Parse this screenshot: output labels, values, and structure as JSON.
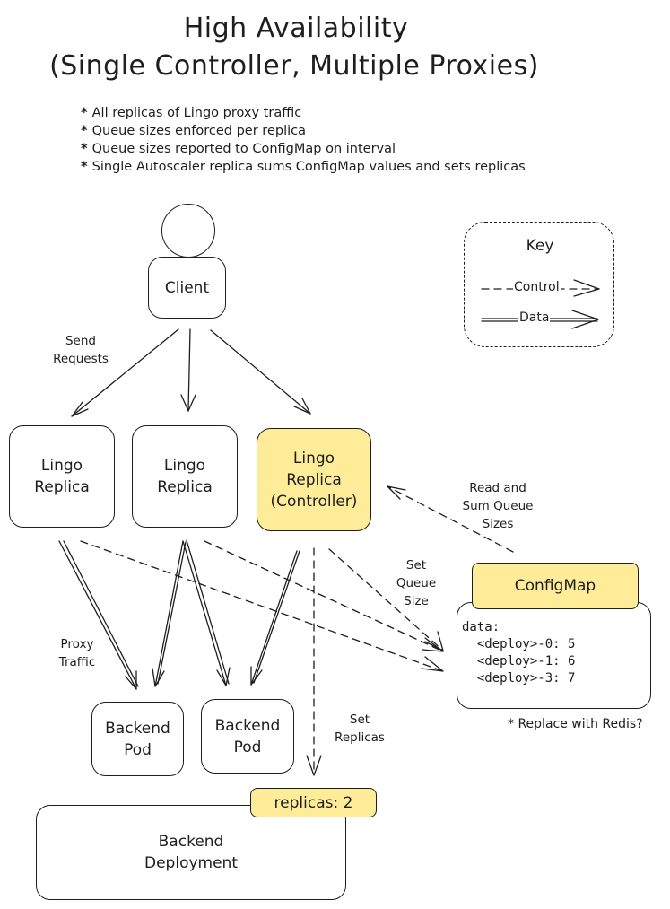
{
  "title": {
    "line1": "High Availability",
    "line2": "(Single Controller, Multiple Proxies)"
  },
  "bullets": [
    "All replicas of Lingo proxy traffic",
    "Queue sizes enforced per replica",
    "Queue sizes reported to ConfigMap on interval",
    "Single Autoscaler replica sums ConfigMap values and sets replicas"
  ],
  "key": {
    "title": "Key",
    "control": "Control",
    "data": "Data"
  },
  "nodes": {
    "client": "Client",
    "replica1": "Lingo\nReplica",
    "replica2": "Lingo\nReplica",
    "replica3": "Lingo\nReplica\n(Controller)",
    "configmap_title": "ConfigMap",
    "backend_pod1": "Backend\nPod",
    "backend_pod2": "Backend\nPod",
    "replicas_badge": "replicas: 2",
    "backend_deployment": "Backend\nDeployment"
  },
  "configmap": {
    "lines": "data:\n  <deploy>-0: 5\n  <deploy>-1: 6\n  <deploy>-3: 7",
    "note": "* Replace with Redis?"
  },
  "edge_labels": {
    "send_requests": "Send\nRequests",
    "read_and_sum": "Read and\nSum Queue\nSizes",
    "set_queue_size": "Set\nQueue\nSize",
    "proxy_traffic": "Proxy\nTraffic",
    "set_replicas": "Set\nReplicas"
  },
  "colors": {
    "stroke": "#1e1e1e",
    "highlight": "#ffec99",
    "background": "#ffffff"
  }
}
